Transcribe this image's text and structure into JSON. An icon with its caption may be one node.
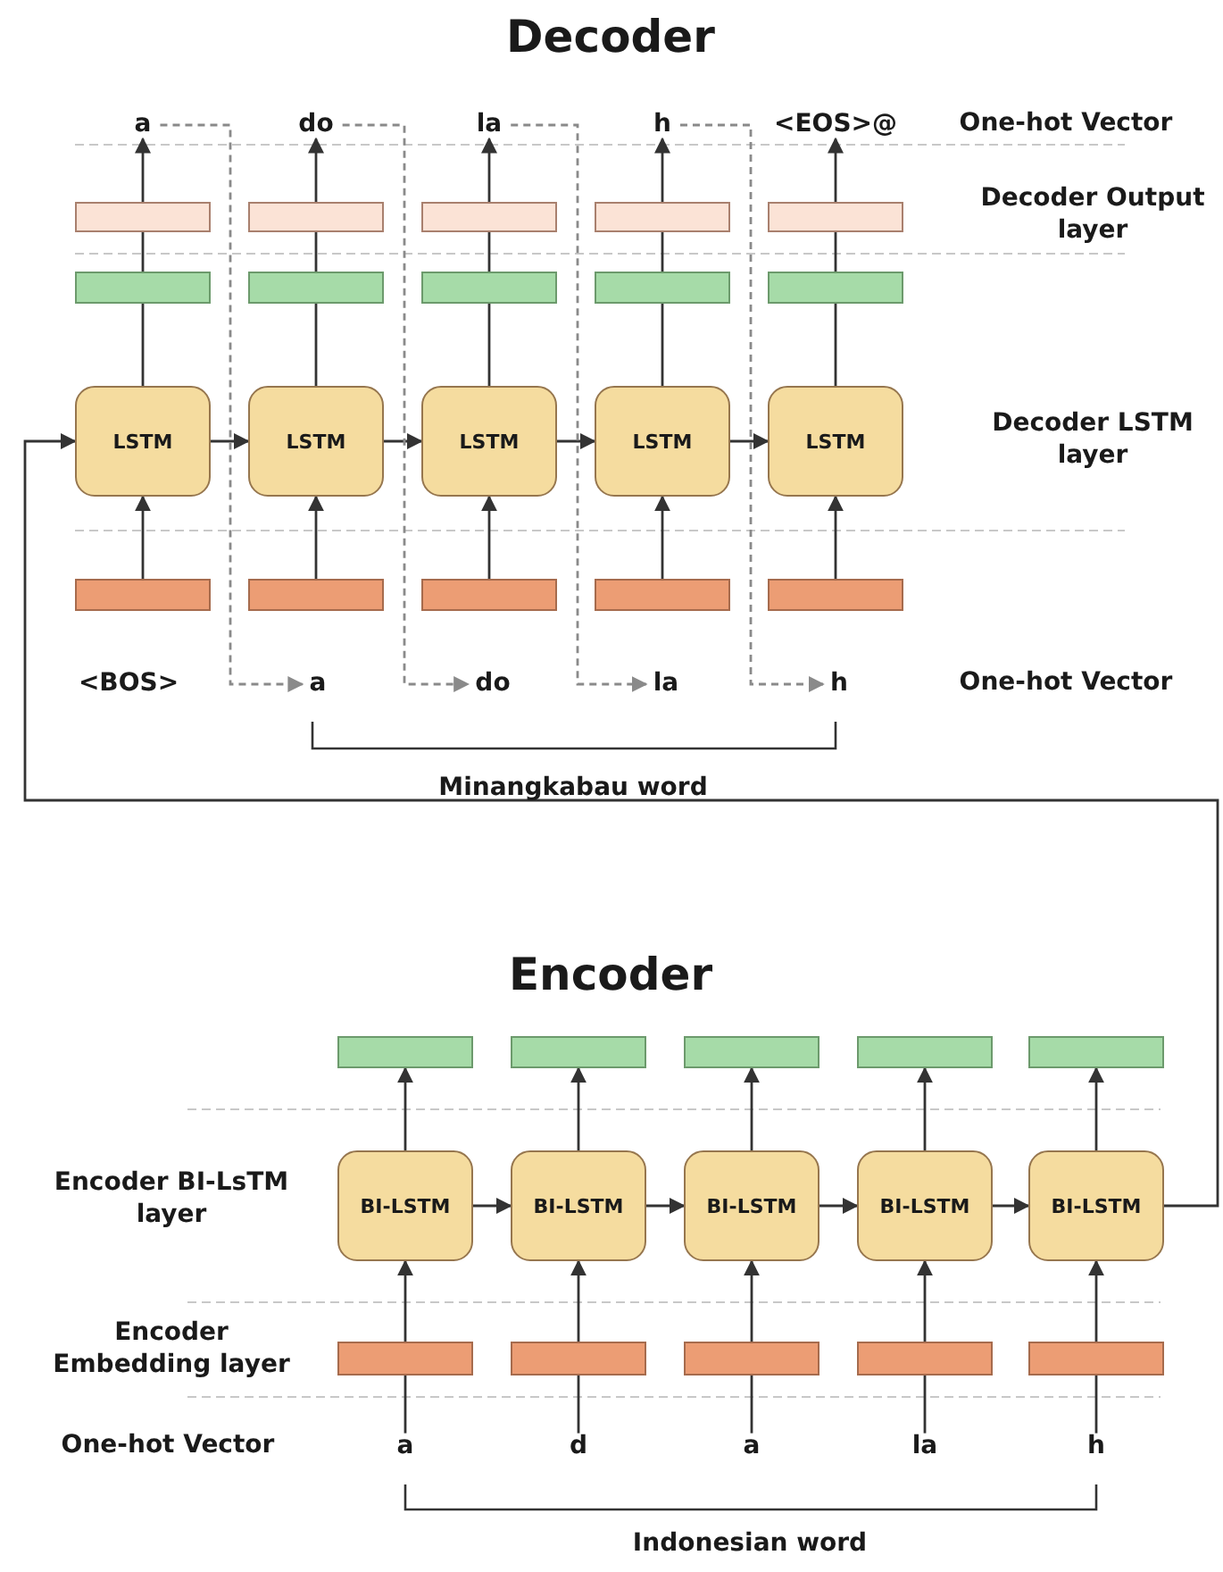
{
  "diagram": {
    "nodes": [
      {
        "text": [
          "a"
        ]
      },
      {
        "text": [
          "do"
        ]
      },
      {
        "text": [
          "la"
        ]
      },
      {
        "text": [
          "h"
        ]
      },
      {
        "text": [
          "<EOS>@"
        ]
      },
      {
        "text": [],
        "shape": "box"
      },
      {
        "text": [],
        "shape": "box"
      },
      {
        "text": [],
        "shape": "box"
      },
      {
        "text": [],
        "shape": "box"
      },
      {
        "text": [],
        "shape": "box"
      },
      {
        "text": [],
        "shape": "box"
      },
      {
        "text": [],
        "shape": "box"
      },
      {
        "text": [],
        "shape": "box"
      },
      {
        "text": [],
        "shape": "box"
      },
      {
        "text": [],
        "shape": "box"
      },
      {
        "text": [
          "LSTM"
        ]
      },
      {
        "text": [
          "LSTM"
        ]
      },
      {
        "text": [
          "LSTM"
        ]
      },
      {
        "text": [
          "LSTM"
        ]
      },
      {
        "text": [
          "LSTM"
        ]
      },
      {
        "text": [],
        "shape": "box"
      },
      {
        "text": [],
        "shape": "box"
      },
      {
        "text": [],
        "shape": "box"
      },
      {
        "text": [],
        "shape": "box"
      },
      {
        "text": [],
        "shape": "box"
      },
      {
        "text": [
          "<BOS>"
        ]
      },
      {
        "text": [
          "a"
        ]
      },
      {
        "text": [
          "do"
        ]
      },
      {
        "text": [
          "la"
        ]
      },
      {
        "text": [
          "h"
        ]
      },
      {
        "text": [],
        "shape": "box"
      },
      {
        "text": [],
        "shape": "box"
      },
      {
        "text": [],
        "shape": "box"
      },
      {
        "text": [],
        "shape": "box"
      },
      {
        "text": [],
        "shape": "box"
      },
      {
        "text": [
          "BI-LSTM"
        ]
      },
      {
        "text": [
          "BI-LSTM"
        ]
      },
      {
        "text": [
          "BI-LSTM"
        ]
      },
      {
        "text": [
          "BI-LSTM"
        ]
      },
      {
        "text": [
          "BI-LSTM"
        ]
      },
      {
        "text": [],
        "shape": "box"
      },
      {
        "text": [],
        "shape": "box"
      },
      {
        "text": [],
        "shape": "box"
      },
      {
        "text": [],
        "shape": "box"
      },
      {
        "text": [],
        "shape": "box"
      },
      {
        "text": [
          "a"
        ]
      },
      {
        "text": [
          "d"
        ]
      },
      {
        "text": [
          "a"
        ]
      },
      {
        "text": [
          "la"
        ]
      },
      {
        "text": [
          "h"
        ]
      }
    ],
    "edges": [
      {
        "from": 20,
        "to": 15,
        "arrow": "to"
      },
      {
        "from": 21,
        "to": 16,
        "arrow": "to"
      },
      {
        "from": 22,
        "to": 17,
        "arrow": "to"
      },
      {
        "from": 23,
        "to": 18,
        "arrow": "to"
      },
      {
        "from": 24,
        "to": 19,
        "arrow": "to"
      },
      {
        "from": 15,
        "to": 10,
        "arrow": "none"
      },
      {
        "from": 16,
        "to": 11,
        "arrow": "none"
      },
      {
        "from": 17,
        "to": 12,
        "arrow": "none"
      },
      {
        "from": 18,
        "to": 13,
        "arrow": "none"
      },
      {
        "from": 19,
        "to": 14,
        "arrow": "none"
      },
      {
        "from": 10,
        "to": 5,
        "arrow": "none"
      },
      {
        "from": 11,
        "to": 6,
        "arrow": "none"
      },
      {
        "from": 12,
        "to": 7,
        "arrow": "none"
      },
      {
        "from": 13,
        "to": 8,
        "arrow": "none"
      },
      {
        "from": 14,
        "to": 9,
        "arrow": "none"
      },
      {
        "from": 5,
        "to": 0,
        "arrow": "to"
      },
      {
        "from": 6,
        "to": 1,
        "arrow": "to"
      },
      {
        "from": 7,
        "to": 2,
        "arrow": "to"
      },
      {
        "from": 8,
        "to": 3,
        "arrow": "to"
      },
      {
        "from": 9,
        "to": 4,
        "arrow": "to"
      },
      {
        "from": 15,
        "to": 16,
        "arrow": "to"
      },
      {
        "from": 16,
        "to": 17,
        "arrow": "to"
      },
      {
        "from": 17,
        "to": 18,
        "arrow": "to"
      },
      {
        "from": 18,
        "to": 19,
        "arrow": "to"
      },
      {
        "from": 0,
        "to": 26,
        "arrow": "to",
        "style": "dashed",
        "color": "#8a8a8a"
      },
      {
        "from": 1,
        "to": 27,
        "arrow": "to",
        "style": "dashed",
        "color": "#8a8a8a"
      },
      {
        "from": 2,
        "to": 28,
        "arrow": "to",
        "style": "dashed",
        "color": "#8a8a8a"
      },
      {
        "from": 3,
        "to": 29,
        "arrow": "to",
        "style": "dashed",
        "color": "#8a8a8a"
      },
      {
        "from": 45,
        "to": 40,
        "arrow": "none"
      },
      {
        "from": 46,
        "to": 41,
        "arrow": "none"
      },
      {
        "from": 47,
        "to": 42,
        "arrow": "none"
      },
      {
        "from": 48,
        "to": 43,
        "arrow": "none"
      },
      {
        "from": 49,
        "to": 44,
        "arrow": "none"
      },
      {
        "from": 40,
        "to": 35,
        "arrow": "to"
      },
      {
        "from": 41,
        "to": 36,
        "arrow": "to"
      },
      {
        "from": 42,
        "to": 37,
        "arrow": "to"
      },
      {
        "from": 43,
        "to": 38,
        "arrow": "to"
      },
      {
        "from": 44,
        "to": 39,
        "arrow": "to"
      },
      {
        "from": 35,
        "to": 30,
        "arrow": "to"
      },
      {
        "from": 36,
        "to": 31,
        "arrow": "to"
      },
      {
        "from": 37,
        "to": 32,
        "arrow": "to"
      },
      {
        "from": 38,
        "to": 33,
        "arrow": "to"
      },
      {
        "from": 39,
        "to": 34,
        "arrow": "to"
      },
      {
        "from": 35,
        "to": 36,
        "arrow": "to"
      },
      {
        "from": 36,
        "to": 37,
        "arrow": "to"
      },
      {
        "from": 37,
        "to": 38,
        "arrow": "to"
      },
      {
        "from": 38,
        "to": 39,
        "arrow": "to"
      },
      {
        "from": 39,
        "to": 15,
        "arrow": "to"
      }
    ],
    "labels": [
      "Decoder",
      "One-hot Vector",
      "Decoder Output layer",
      "Decoder LSTM layer",
      "One-hot Vector",
      "Minangkabau word",
      "Encoder",
      "Encoder BI-LsTM layer",
      "Encoder Embedding layer",
      "One-hot Vector",
      "Indonesian word"
    ]
  }
}
